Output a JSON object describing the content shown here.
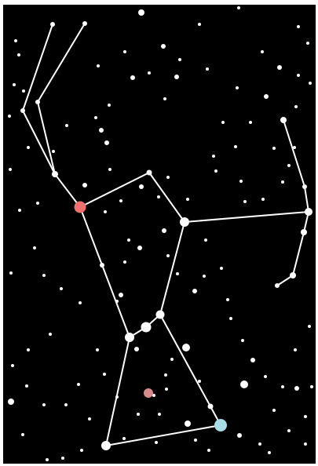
{
  "diagram": {
    "subject": "orion-constellation-star-map",
    "colors": {
      "background": "#000000",
      "page": "#ffffff",
      "line": "#ffffff",
      "star": "#ffffff",
      "betelgeuse": "#f07070",
      "rigel": "#a8dce6",
      "nebula": "#d88a8a"
    },
    "highlighted_stars": [
      "betelgeuse",
      "rigel",
      "orion-nebula"
    ],
    "labels": []
  }
}
